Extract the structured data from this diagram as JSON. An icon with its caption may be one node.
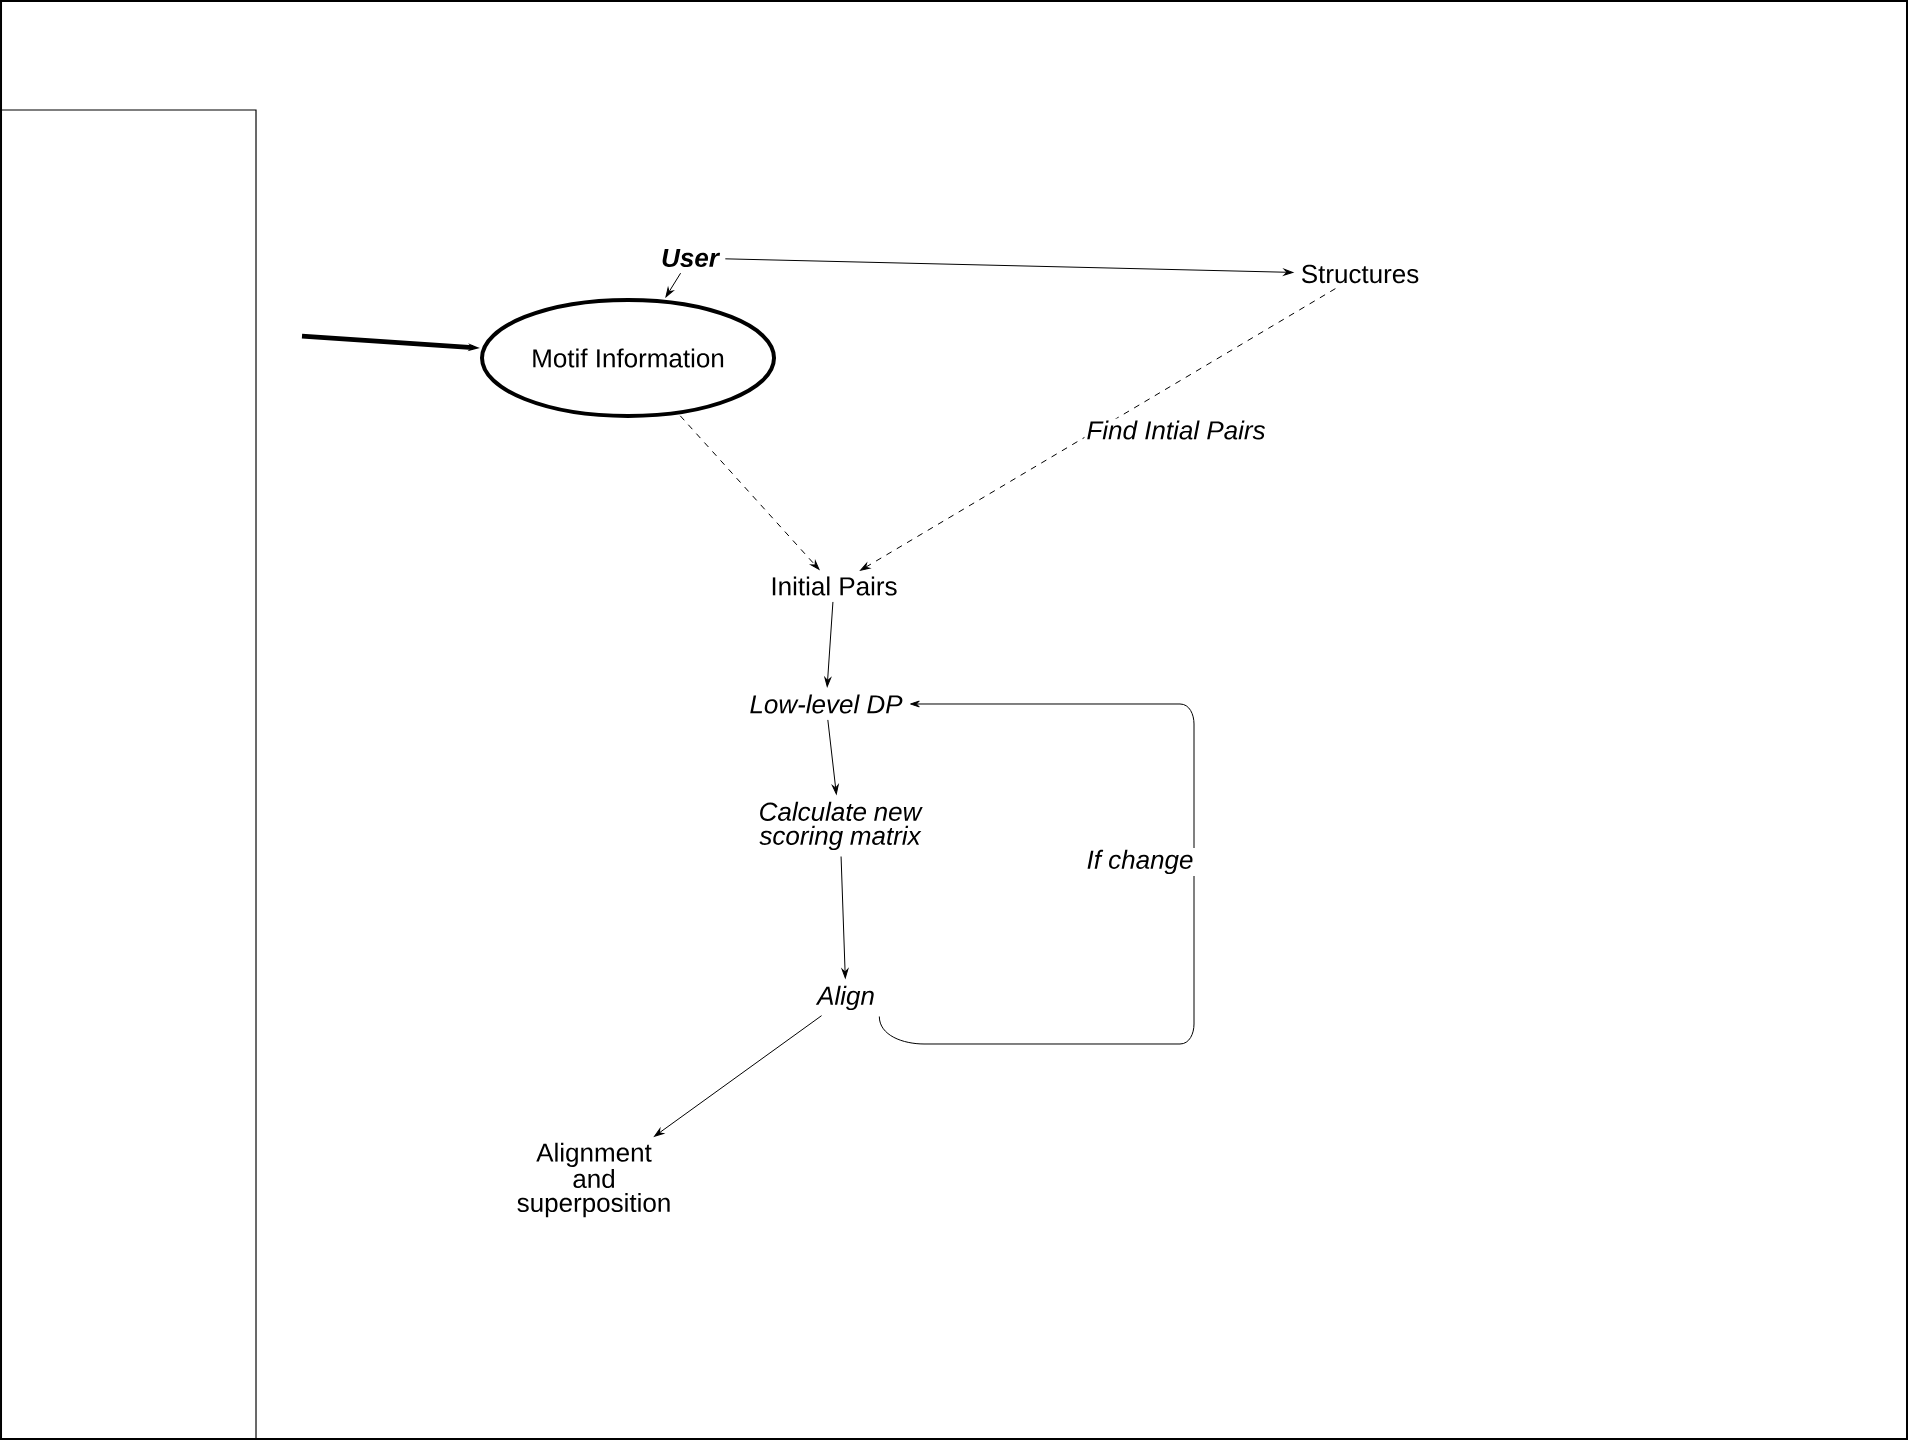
{
  "diagram": {
    "nodes": [
      {
        "text": [
          "User"
        ]
      },
      {
        "text": [
          "Structures"
        ]
      },
      {
        "text": [
          "Motif Information"
        ]
      },
      {
        "text": [
          "Initial Pairs"
        ]
      },
      {
        "text": [
          "Low-level DP"
        ]
      },
      {
        "text": [
          "Calculate new scoring matrix"
        ]
      },
      {
        "text": [
          "Align"
        ]
      },
      {
        "text": [
          "Alignment and superposition"
        ]
      }
    ],
    "edges": [
      {
        "from": 0,
        "to": 1,
        "arrow": "to"
      },
      {
        "from": 0,
        "to": 2,
        "arrow": "to"
      },
      {
        "from": 1,
        "to": 3,
        "arrow": "to",
        "style": "dashed",
        "label": "Find Intial Pairs"
      },
      {
        "from": 2,
        "to": 3,
        "arrow": "to",
        "style": "dashed"
      },
      {
        "from": 3,
        "to": 4,
        "arrow": "to"
      },
      {
        "from": 4,
        "to": 5,
        "arrow": "to"
      },
      {
        "from": 5,
        "to": 6,
        "arrow": "to"
      },
      {
        "from": 6,
        "to": 4,
        "arrow": "to",
        "label": "If change"
      },
      {
        "from": 6,
        "to": 7,
        "arrow": "to"
      },
      {
        "from": null,
        "to": 2,
        "arrow": "to",
        "style": "thick"
      }
    ]
  }
}
